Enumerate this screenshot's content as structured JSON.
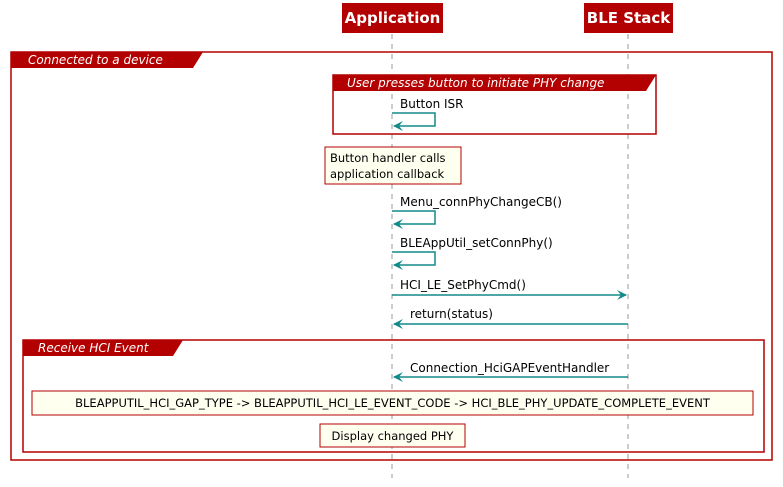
{
  "participants": {
    "application": "Application",
    "ble_stack": "BLE Stack"
  },
  "groups": {
    "connected": "Connected to a device",
    "user_press": "User presses button to initiate PHY change",
    "receive_hci": "Receive HCI Event"
  },
  "messages": {
    "button_isr": "Button ISR",
    "menu_cb": "Menu_connPhyChangeCB()",
    "set_conn_phy": "BLEAppUtil_setConnPhy()",
    "hci_set_phy": "HCI_LE_SetPhyCmd()",
    "return_status": "return(status)",
    "gap_event_handler": "Connection_HciGAPEventHandler"
  },
  "notes": {
    "button_handler_line1": "Button handler calls",
    "button_handler_line2": "application callback",
    "event_chain": "BLEAPPUTIL_HCI_GAP_TYPE -> BLEAPPUTIL_HCI_LE_EVENT_CODE -> HCI_BLE_PHY_UPDATE_COMPLETE_EVENT",
    "display_phy": "Display changed PHY"
  },
  "colors": {
    "frame": "#b30000",
    "participant_fill": "#b30000",
    "arrow": "#138a8a",
    "note_fill": "#fffff0",
    "note_border": "#b30000",
    "lifeline": "#999999"
  }
}
